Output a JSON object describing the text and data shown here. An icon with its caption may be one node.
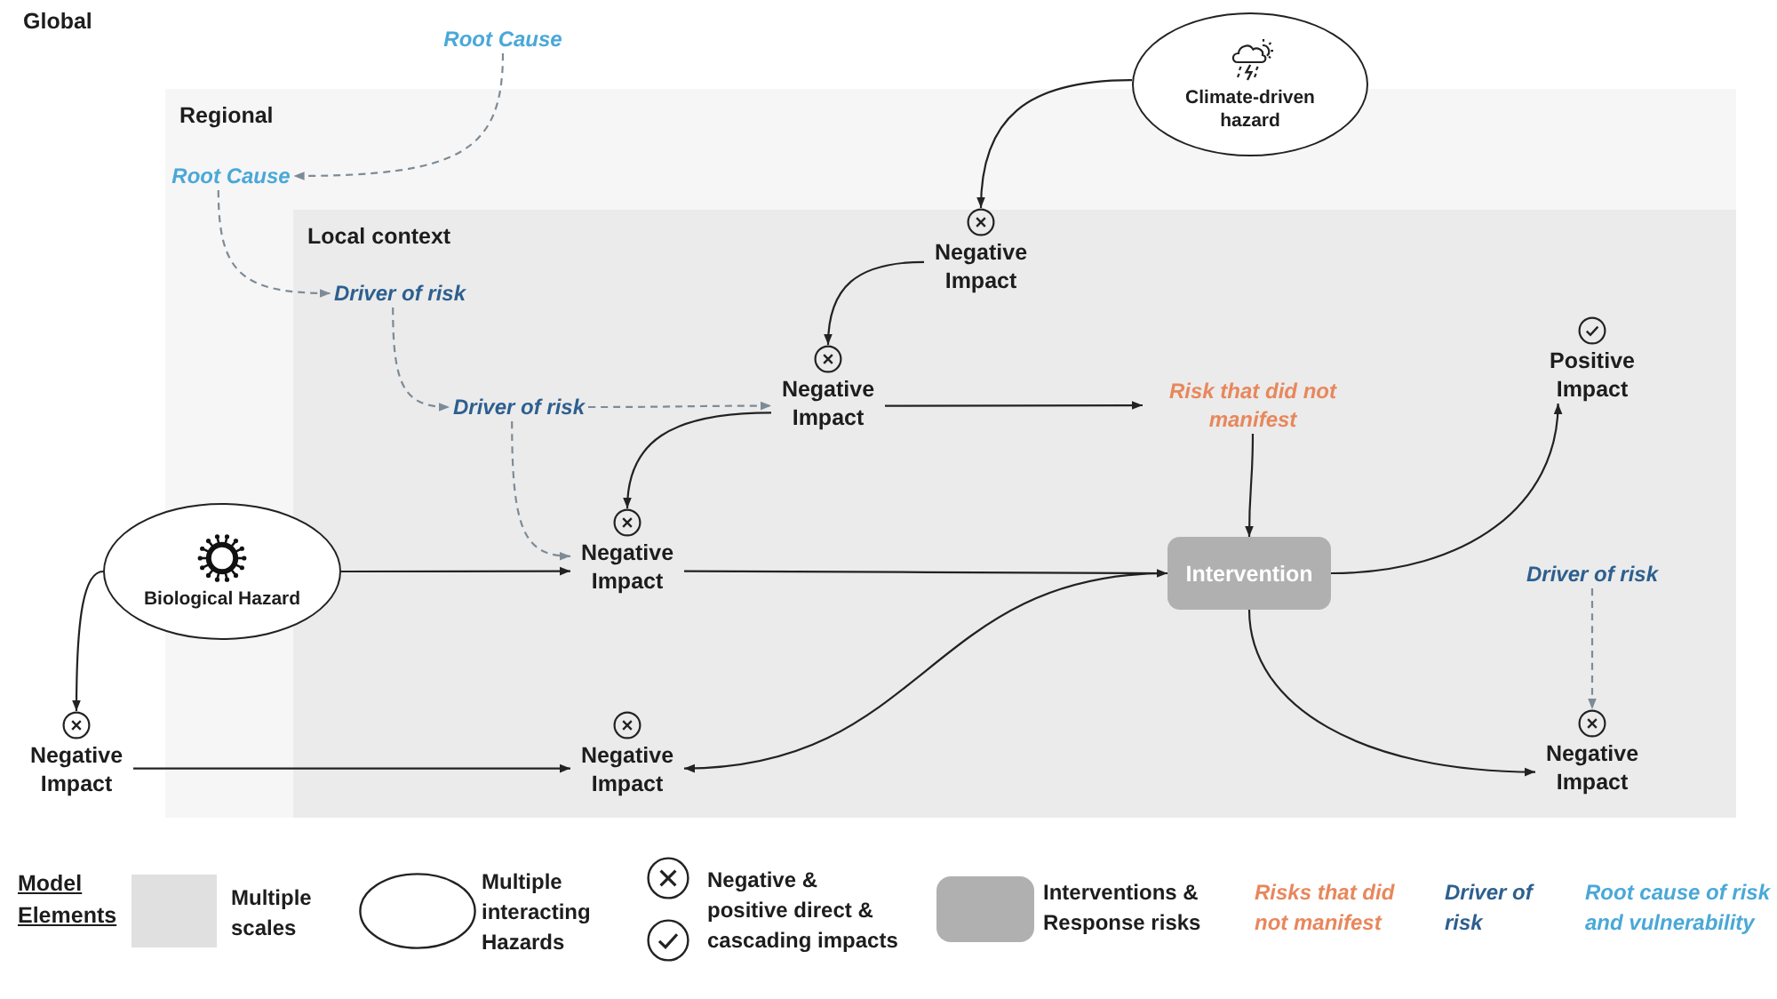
{
  "diagram": {
    "nodes": [
      {
        "text": [
          "Root Cause"
        ]
      },
      {
        "text": [
          "Climate-driven hazard"
        ]
      },
      {
        "text": [
          "Regional"
        ]
      },
      {
        "text": [
          "Root Cause"
        ],
        "in": 2
      },
      {
        "text": [
          "Local context"
        ],
        "in": 2
      },
      {
        "text": [
          "Negative Impact"
        ],
        "in": 4
      },
      {
        "text": [
          "Driver of risk"
        ],
        "in": 4
      },
      {
        "text": [
          "Positive Impact"
        ],
        "in": 4
      },
      {
        "text": [
          "Driver of risk"
        ],
        "in": 4
      },
      {
        "text": [
          "Negative Impact"
        ],
        "in": 4
      },
      {
        "text": [
          "Risk that did not manifest"
        ],
        "in": 4
      },
      {
        "text": [
          "Biological Hazard"
        ]
      },
      {
        "text": [
          "Negative Impact"
        ],
        "in": 4
      },
      {
        "text": [
          "Intervention"
        ],
        "in": 4
      },
      {
        "text": [
          "Driver of risk"
        ],
        "in": 4
      },
      {
        "text": [
          "Negative Impact"
        ]
      },
      {
        "text": [
          "Negative Impact"
        ],
        "in": 4
      },
      {
        "text": [
          "Negative Impact"
        ],
        "in": 4
      }
    ],
    "edges": [
      {
        "from": 0,
        "to": 3,
        "arrow": "to",
        "style": "dashed",
        "color": "#7d8b96"
      },
      {
        "from": 3,
        "to": 6,
        "arrow": "to",
        "style": "dashed",
        "color": "#7d8b96"
      },
      {
        "from": 6,
        "to": 8,
        "arrow": "to",
        "style": "dashed",
        "color": "#7d8b96"
      },
      {
        "from": 8,
        "to": 9,
        "arrow": "to",
        "style": "dashed",
        "color": "#7d8b96"
      },
      {
        "from": 8,
        "to": 12,
        "arrow": "to",
        "style": "dashed",
        "color": "#7d8b96"
      },
      {
        "from": 1,
        "to": 5,
        "arrow": "to"
      },
      {
        "from": 5,
        "to": 9,
        "arrow": "to"
      },
      {
        "from": 9,
        "to": 10,
        "arrow": "to"
      },
      {
        "from": 9,
        "to": 12,
        "arrow": "to"
      },
      {
        "from": 10,
        "to": 13,
        "arrow": "to"
      },
      {
        "from": 11,
        "to": 12,
        "arrow": "to"
      },
      {
        "from": 11,
        "to": 15,
        "arrow": "to"
      },
      {
        "from": 12,
        "to": 13,
        "arrow": "to"
      },
      {
        "from": 13,
        "to": 7,
        "arrow": "to"
      },
      {
        "from": 14,
        "to": 17,
        "arrow": "to",
        "style": "dashed",
        "color": "#7d8b96"
      },
      {
        "from": 15,
        "to": 16,
        "arrow": "to"
      },
      {
        "from": 13,
        "to": 16,
        "arrow": "to"
      },
      {
        "from": 13,
        "to": 17,
        "arrow": "to"
      }
    ],
    "labels": [
      "Global",
      "Model Elements"
    ],
    "legend": [
      {
        "text": "Multiple scales",
        "color": "#e0e0e0"
      },
      {
        "text": "Multiple interacting Hazards"
      },
      {
        "text": "Negative & positive direct & cascading impacts"
      },
      {
        "text": "Interventions & Response risks",
        "color": "#b0b0b0"
      },
      {
        "text": "Risks that did not manifest",
        "color": "#e8875c"
      },
      {
        "text": "Driver of risk",
        "color": "#2d5f8f"
      },
      {
        "text": "Root cause of risk and vulnerability",
        "color": "#4aa8d8"
      }
    ]
  }
}
